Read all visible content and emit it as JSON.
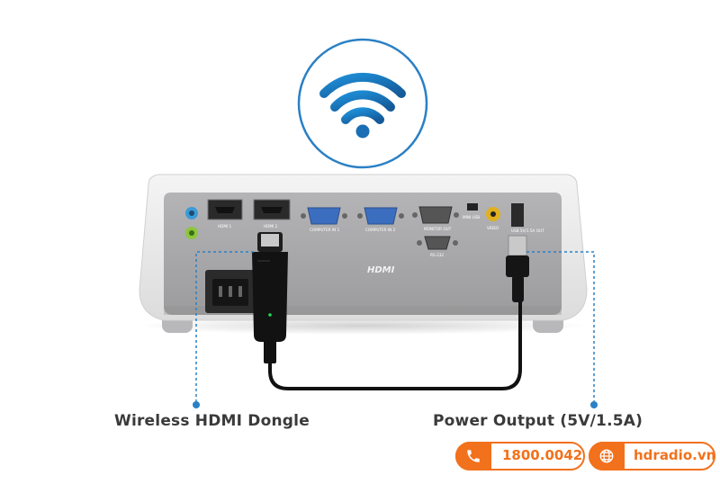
{
  "labels": {
    "dongle": "Wireless HDMI Dongle",
    "power": "Power Output (5V/1.5A)"
  },
  "contact": {
    "phone": "1800.0042",
    "website": "hdradio.vn"
  },
  "projector_ports": {
    "hdmi1": "HDMI 1",
    "hdmi2": "HDMI 2",
    "computer_in_1": "COMPUTER IN 1",
    "computer_in_2": "COMPUTER IN 2",
    "monitor_out": "MONITOR OUT",
    "mini_usb": "MINI USB",
    "video": "VIDEO",
    "rs232": "RS-232",
    "usb": "USB 5V/1.5A OUT",
    "hdmi_logo": "HDMI"
  },
  "colors": {
    "accent": "#f2711c",
    "wifi_blue": "#1a6fb4",
    "callout_blue": "#2a80c5",
    "projector_body": "#a8a8aa"
  },
  "icons": {
    "wifi": "wifi-icon",
    "phone": "phone-icon",
    "globe": "globe-icon"
  }
}
